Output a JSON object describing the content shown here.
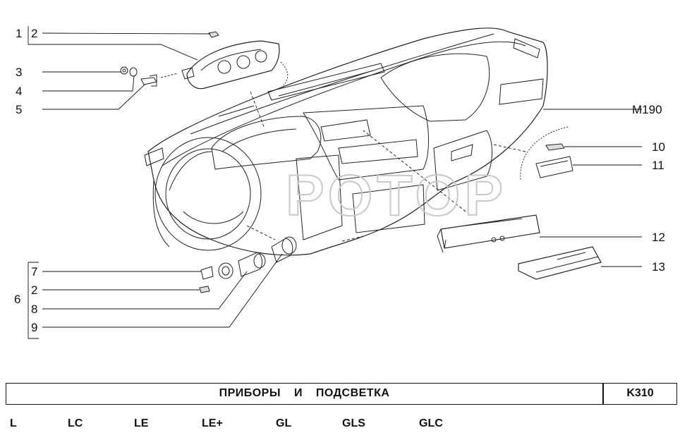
{
  "callouts": {
    "c1": "1",
    "c2a": "2",
    "c3": "3",
    "c4": "4",
    "c5": "5",
    "c6": "6",
    "c7": "7",
    "c2b": "2",
    "c8": "8",
    "c9": "9",
    "c10": "10",
    "c11": "11",
    "c12": "12",
    "c13": "13",
    "model": "M190"
  },
  "watermark": "РОТОР",
  "footer": {
    "title": "ПРИБОРЫ И ПОДСВЕТКА",
    "code": "K310",
    "trims": [
      "L",
      "LC",
      "LE",
      "LE+",
      "GL",
      "GLS",
      "GLC"
    ]
  }
}
